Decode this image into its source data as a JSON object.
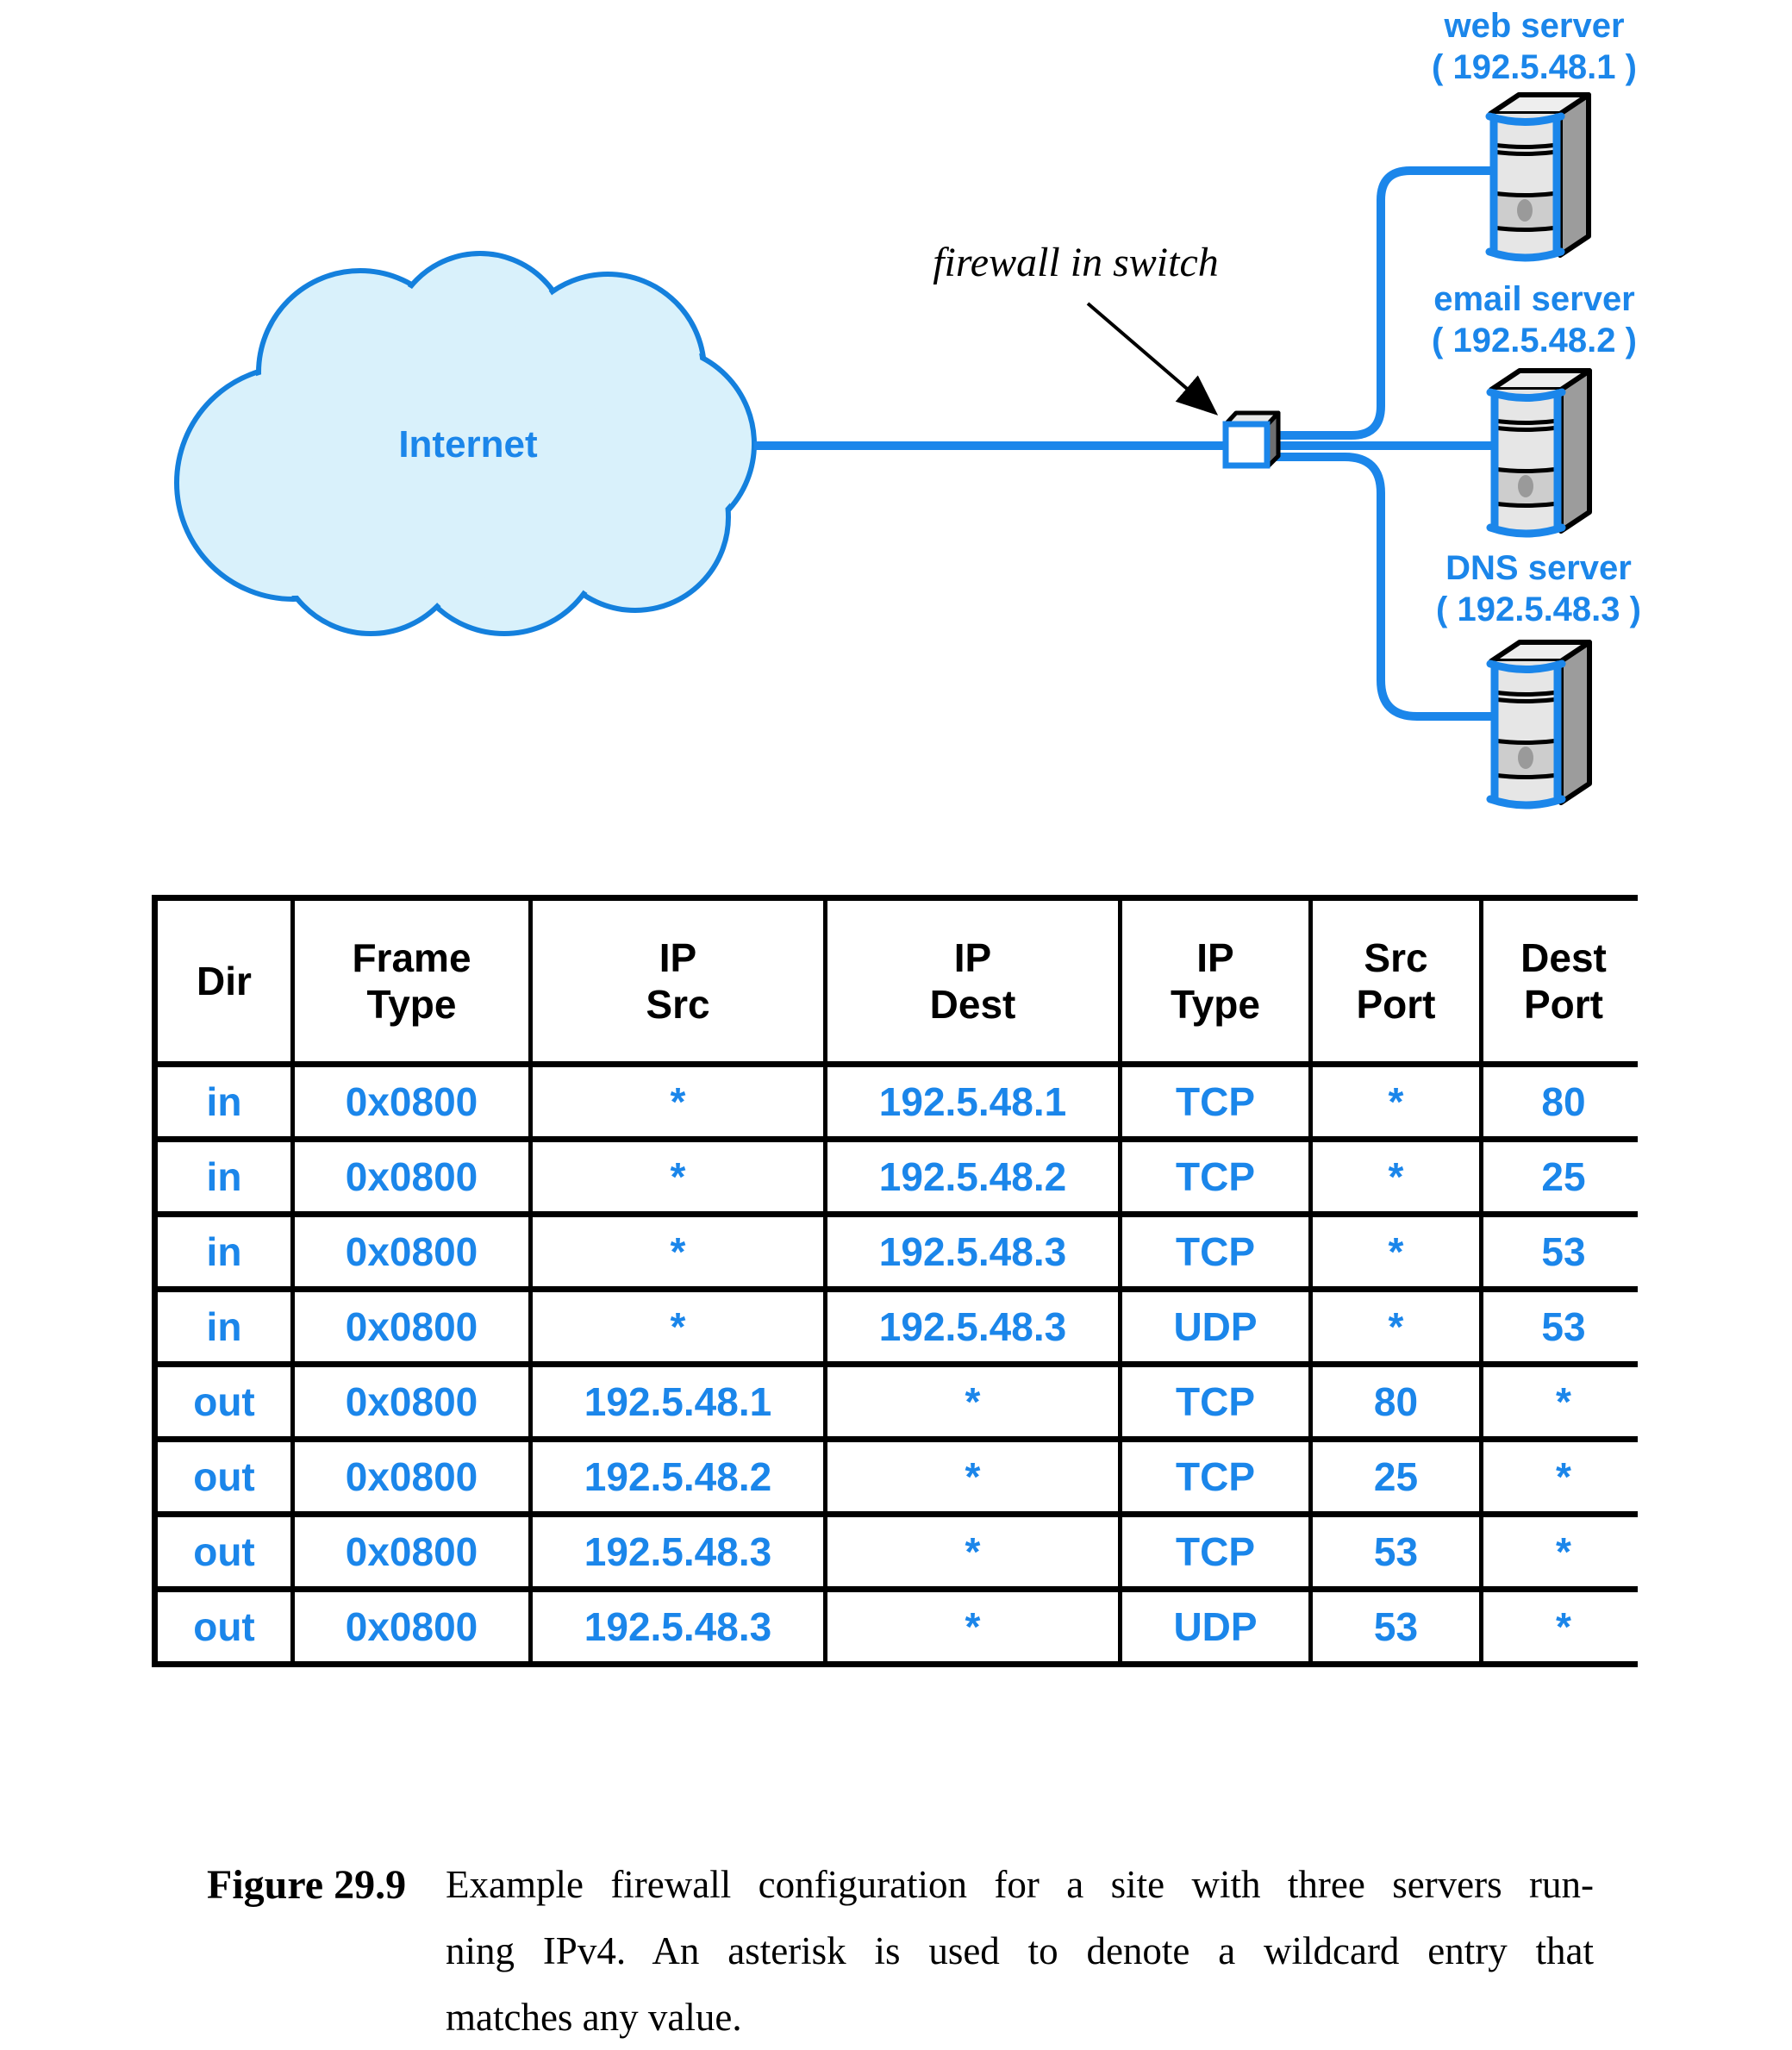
{
  "diagram": {
    "internet_label": "Internet",
    "firewall_label": "firewall in switch",
    "servers": [
      {
        "name": "web server",
        "ip": "( 192.5.48.1 )"
      },
      {
        "name": "email server",
        "ip": "( 192.5.48.2 )"
      },
      {
        "name": "DNS server",
        "ip": "( 192.5.48.3 )"
      }
    ]
  },
  "table": {
    "headers": [
      "Dir",
      "Frame\nType",
      "IP\nSrc",
      "IP\nDest",
      "IP\nType",
      "Src\nPort",
      "Dest\nPort"
    ],
    "rows": [
      [
        "in",
        "0x0800",
        "*",
        "192.5.48.1",
        "TCP",
        "*",
        "80"
      ],
      [
        "in",
        "0x0800",
        "*",
        "192.5.48.2",
        "TCP",
        "*",
        "25"
      ],
      [
        "in",
        "0x0800",
        "*",
        "192.5.48.3",
        "TCP",
        "*",
        "53"
      ],
      [
        "in",
        "0x0800",
        "*",
        "192.5.48.3",
        "UDP",
        "*",
        "53"
      ],
      [
        "out",
        "0x0800",
        "192.5.48.1",
        "*",
        "TCP",
        "80",
        "*"
      ],
      [
        "out",
        "0x0800",
        "192.5.48.2",
        "*",
        "TCP",
        "25",
        "*"
      ],
      [
        "out",
        "0x0800",
        "192.5.48.3",
        "*",
        "TCP",
        "53",
        "*"
      ],
      [
        "out",
        "0x0800",
        "192.5.48.3",
        "*",
        "UDP",
        "53",
        "*"
      ]
    ]
  },
  "caption": {
    "label": "Figure 29.9",
    "lines": [
      "Example firewall configuration for a site with three servers run-",
      "ning IPv4.  An asterisk is used to denote a wildcard entry that",
      "matches any value."
    ]
  },
  "colors": {
    "accent_blue": "#1b86ea",
    "cloud_stroke": "#1480dd",
    "cloud_fill": "#d9f1fb",
    "server_gray": "#e6e6e6",
    "server_side_gray": "#9c9c9c",
    "band_gray": "#cdcdcd"
  }
}
